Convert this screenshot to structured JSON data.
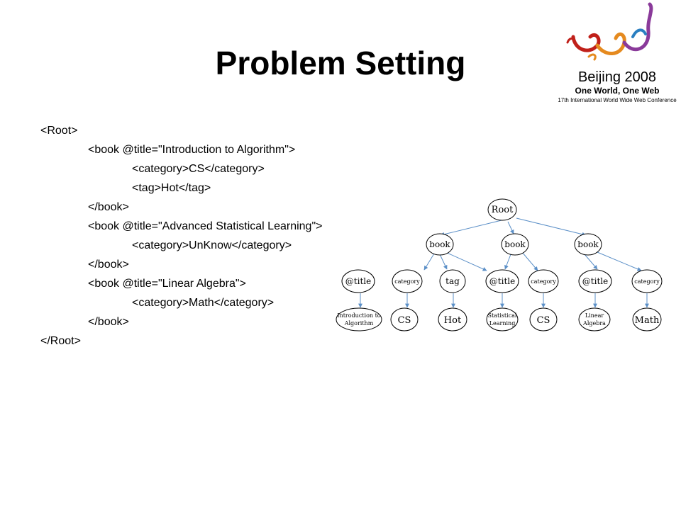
{
  "slide": {
    "title": "Problem Setting"
  },
  "logo": {
    "city": "Beijing 2008",
    "slogan": "One World, One Web",
    "conference": "17th International World Wide Web Conference",
    "colors": [
      "#c0201a",
      "#e58a1f",
      "#2a7fc1",
      "#8a3a9a"
    ]
  },
  "xml_lines": [
    {
      "indent": 0,
      "text": "<Root>"
    },
    {
      "indent": 1,
      "text": "<book @title=\"Introduction to Algorithm\">"
    },
    {
      "indent": 2,
      "text": "<category>CS</category>"
    },
    {
      "indent": 2,
      "text": "<tag>Hot</tag>"
    },
    {
      "indent": 1,
      "text": "</book>"
    },
    {
      "indent": 1,
      "text": "<book @title=\"Advanced Statistical Learning\">"
    },
    {
      "indent": 2,
      "text": "<category>UnKnow</category>"
    },
    {
      "indent": 1,
      "text": "</book>"
    },
    {
      "indent": 1,
      "text": "<book @title=\"Linear Algebra\">"
    },
    {
      "indent": 2,
      "text": "<category>Math</category>"
    },
    {
      "indent": 1,
      "text": "</book>"
    },
    {
      "indent": 0,
      "text": "</Root>"
    }
  ],
  "tree": {
    "edge_color": "#5b8fc7",
    "root": "Root",
    "books": [
      "book",
      "book",
      "book"
    ],
    "level2": [
      "@title",
      "category",
      "tag",
      "@title",
      "category",
      "@title",
      "category"
    ],
    "leaves": [
      [
        "Introduction to",
        "Algorithm"
      ],
      [
        "CS"
      ],
      [
        "Hot"
      ],
      [
        "Statistical",
        "Learning"
      ],
      [
        "CS"
      ],
      [
        "Linear",
        "Algebra"
      ],
      [
        "Math"
      ]
    ]
  }
}
